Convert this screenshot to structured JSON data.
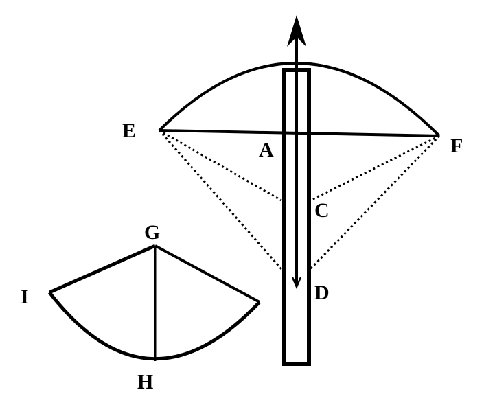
{
  "diagram": {
    "colors": {
      "ink": "#000000",
      "paper": "#ffffff"
    },
    "points": {
      "A": "A",
      "C": "C",
      "D": "D",
      "E": "E",
      "F": "F",
      "G": "G",
      "H": "H",
      "I": "I"
    }
  }
}
